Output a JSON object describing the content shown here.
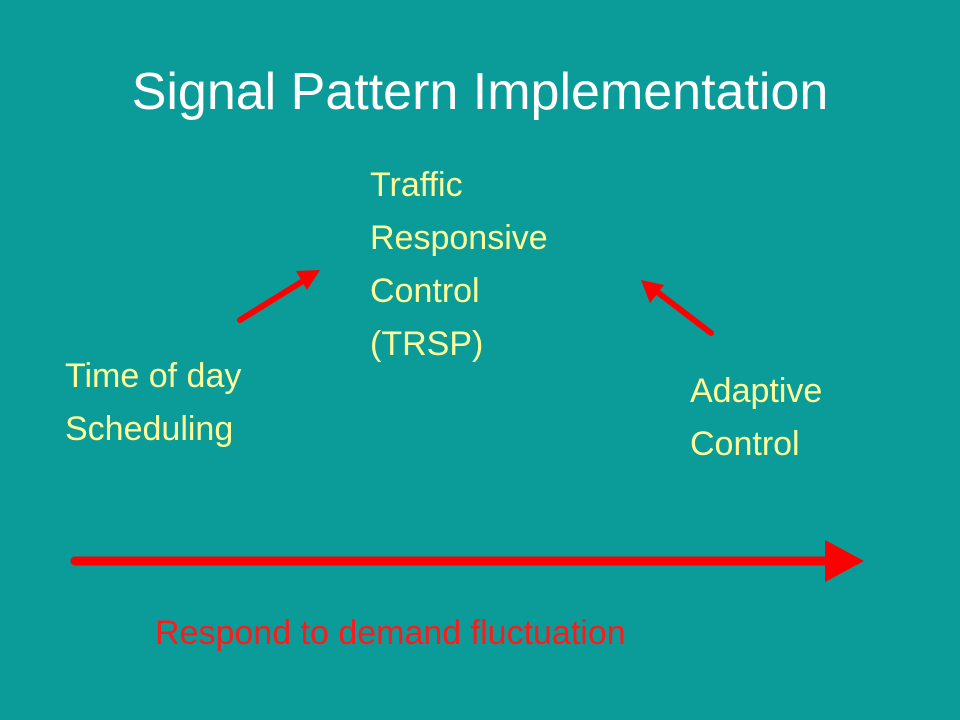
{
  "slide": {
    "title": "Signal Pattern Implementation",
    "nodes": {
      "trsp": [
        "Traffic",
        "Responsive",
        "Control",
        "(TRSP)"
      ],
      "time_of_day": [
        "Time of day",
        "Scheduling"
      ],
      "adaptive": [
        "Adaptive",
        "Control"
      ]
    },
    "caption": "Respond to demand fluctuation"
  },
  "colors": {
    "background": "#0b9b98",
    "title": "#ffffff",
    "node_text": "#ffff99",
    "arrow": "#ff0000",
    "caption": "#ff1a1a"
  }
}
